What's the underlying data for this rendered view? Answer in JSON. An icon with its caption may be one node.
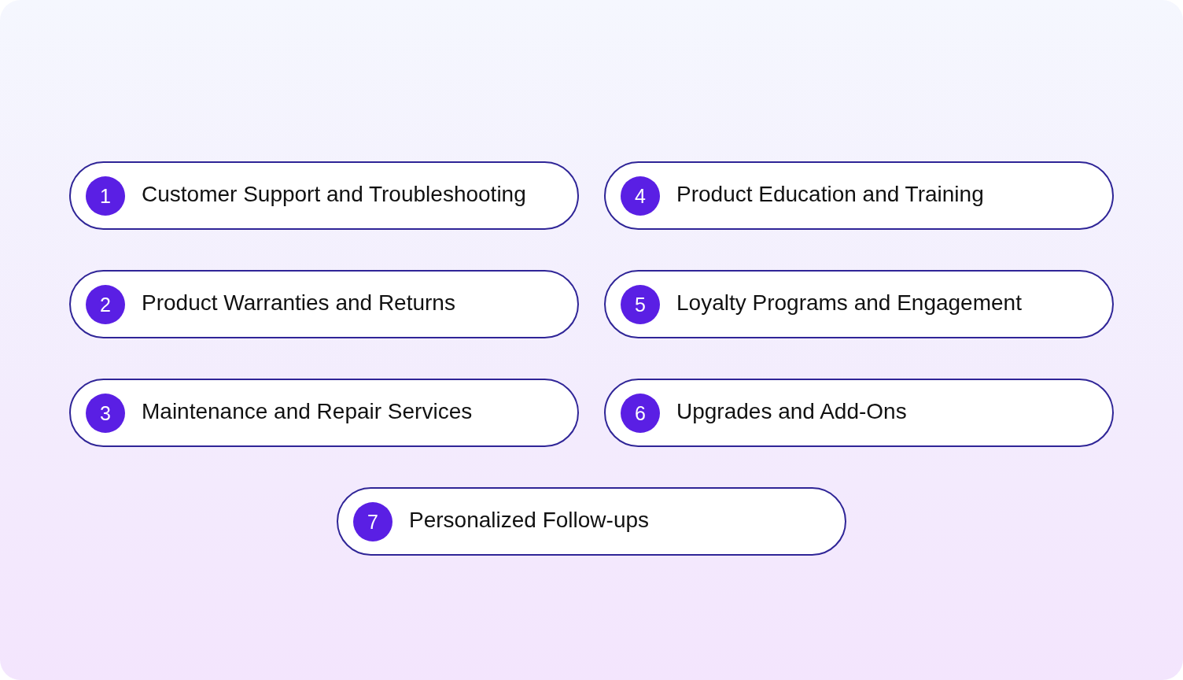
{
  "diagram": {
    "nodes": [
      {
        "text": [
          "Customer Support and Troubleshooting"
        ]
      },
      {
        "text": [
          "1"
        ],
        "in": 0
      },
      {
        "text": [
          "Product Warranties and Returns"
        ]
      },
      {
        "text": [
          "2"
        ],
        "in": 2
      },
      {
        "text": [
          "Maintenance and Repair Services"
        ]
      },
      {
        "text": [
          "3"
        ],
        "in": 4
      },
      {
        "text": [
          "Product Education and Training"
        ]
      },
      {
        "text": [
          "4"
        ],
        "in": 6
      },
      {
        "text": [
          "Loyalty Programs and Engagement"
        ]
      },
      {
        "text": [
          "5"
        ],
        "in": 8
      },
      {
        "text": [
          "Upgrades and Add-Ons"
        ]
      },
      {
        "text": [
          "6"
        ],
        "in": 10
      },
      {
        "text": [
          "Personalized Follow-ups"
        ]
      },
      {
        "text": [
          "7"
        ],
        "in": 12
      }
    ],
    "edges": []
  }
}
